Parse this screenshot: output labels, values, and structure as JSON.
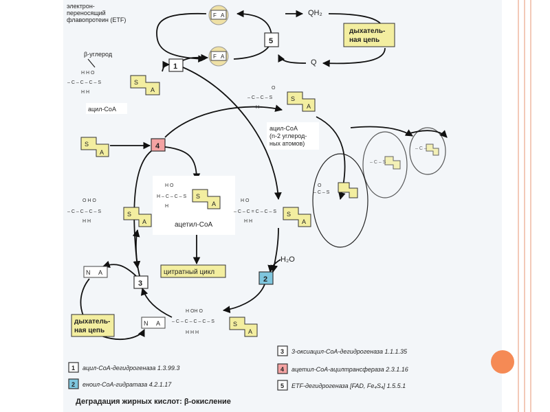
{
  "labels": {
    "etf": [
      "электрон-",
      "переносящий",
      "флавопротеин (ETF)"
    ],
    "qh2": "QH₂",
    "q": "Q",
    "resp_chain_top": [
      "дыхатель-",
      "ная цепь"
    ],
    "resp_chain_bottom": [
      "дыхатель-",
      "ная цепь"
    ],
    "beta_carbon": "β-углерод",
    "acyl_coa": "ацил-CoA",
    "acyl_coa_short": [
      "ацил-CoA",
      "(n-2 углерод-",
      "ных атомов)"
    ],
    "acetyl_coa": "ацетил-CoA",
    "citrate_cycle": "цитратный цикл",
    "water": "H₂O",
    "s": "S",
    "a": "A",
    "f": "F",
    "n": "N"
  },
  "steps": {
    "s1": "1",
    "s2": "2",
    "s3": "3",
    "s4": "4",
    "s5": "5"
  },
  "legend": {
    "items": [
      {
        "num": "1",
        "text": "ацил-CoA-дегидрогеназа 1.3.99.3"
      },
      {
        "num": "2",
        "text": "еноил-CoA-гидратаза 4.2.1.17"
      },
      {
        "num": "3",
        "text": "3-оксиацил-CoA-дегидрогеназа 1.1.1.35"
      },
      {
        "num": "4",
        "text": "ацетил-CoA-ацилтрансфераза 2.3.1.16"
      },
      {
        "num": "5",
        "text": "ETF-дегидрогеназа [FAD, Fe₄S₄] 1.5.5.1"
      }
    ],
    "caption": "Деградация жирных кислот: β-окисление"
  },
  "colors": {
    "yellow": "#f3eea0",
    "red": "#f4a3a3",
    "blue": "#7fc6de",
    "orange_dot": "#f58a55",
    "frame_lines": "#f3c9b8"
  },
  "icons": [
    "orange-circle-decoration"
  ]
}
